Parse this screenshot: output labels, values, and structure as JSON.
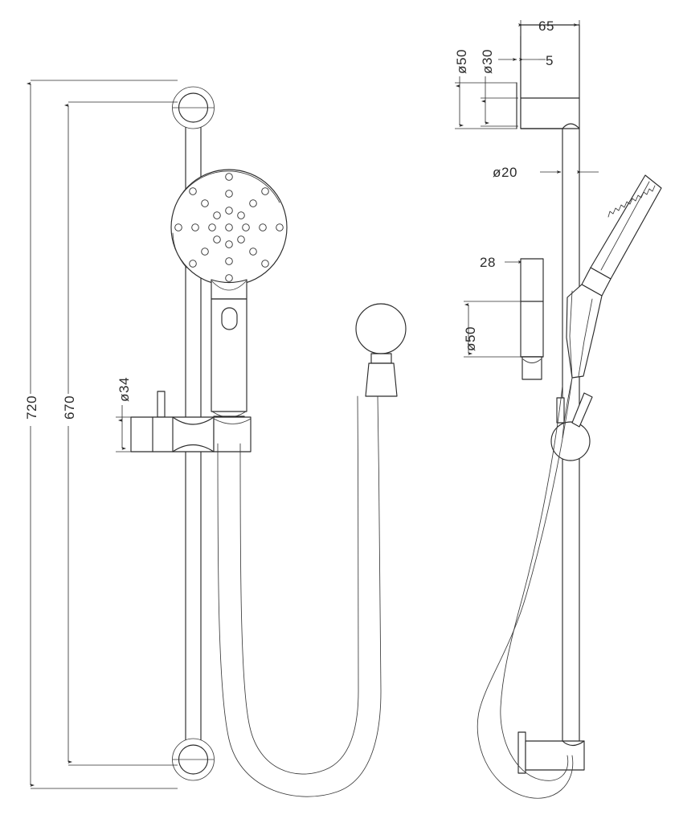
{
  "drawing": {
    "title": "Shower Rail Kit — Dimensioned Technical Drawing",
    "type": "engineering-line-drawing",
    "units": "mm",
    "background_color": "#ffffff",
    "line_color": "#2b2b2b",
    "views": [
      {
        "name": "front-elevation",
        "label": ""
      },
      {
        "name": "side-elevation",
        "label": ""
      }
    ]
  },
  "dimensions": {
    "front": {
      "overall_rail_height": "720",
      "mount_centres": "670",
      "slider_diameter": "ø34"
    },
    "side": {
      "bracket_projection": "65",
      "top_flange_diameter": "ø50",
      "top_boss_diameter": "ø30",
      "wall_plate_thickness": "5",
      "rail_diameter": "ø20",
      "lower_bracket_projection": "28",
      "lower_flange_diameter": "ø50"
    }
  },
  "labels": {
    "d720": "720",
    "d670": "670",
    "d34": "ø34",
    "d65": "65",
    "d50top": "ø50",
    "d30": "ø30",
    "d5": "5",
    "d20": "ø20",
    "d28": "28",
    "d50bot": "ø50"
  },
  "components": {
    "front": [
      {
        "name": "top-wall-bracket",
        "description": "concentric flange and rosette at rail top"
      },
      {
        "name": "bottom-wall-bracket",
        "description": "concentric flange and rosette at rail bottom"
      },
      {
        "name": "vertical-slide-rail",
        "description": "straight round rail between brackets"
      },
      {
        "name": "shower-head",
        "description": "round multi-function face with radial nozzle pattern"
      },
      {
        "name": "handset-handle",
        "description": "cylindrical handle with oval mode button"
      },
      {
        "name": "slider-bracket",
        "description": "adjustable holder clamped on rail with lift lever"
      },
      {
        "name": "flexible-hose",
        "description": "long U-shaped flexible hose"
      },
      {
        "name": "hose-cone-nut",
        "description": "round cone nut and tapered collar at hose outlet end"
      }
    ],
    "side": [
      {
        "name": "top-wall-bracket-side",
        "description": "L-shaped wall bracket profile with wall plate"
      },
      {
        "name": "rail-side",
        "description": "rail seen edge on"
      },
      {
        "name": "handset-side",
        "description": "handset inclined with shower face edge on"
      },
      {
        "name": "slider-bracket-side",
        "description": "ring with lever tab on rail"
      },
      {
        "name": "bottom-wall-bracket-side",
        "description": "lower bracket with wall plate"
      },
      {
        "name": "flexible-hose-side",
        "description": "hose routed behind rail looping at base"
      }
    ]
  },
  "nozzle_pattern": {
    "style": "radial-star",
    "spoke_count": 8,
    "rings": 4,
    "centre_hole": true
  },
  "colors": {
    "stroke": "#2b2b2b",
    "stroke_light": "#3a3a3a",
    "background": "#ffffff"
  }
}
